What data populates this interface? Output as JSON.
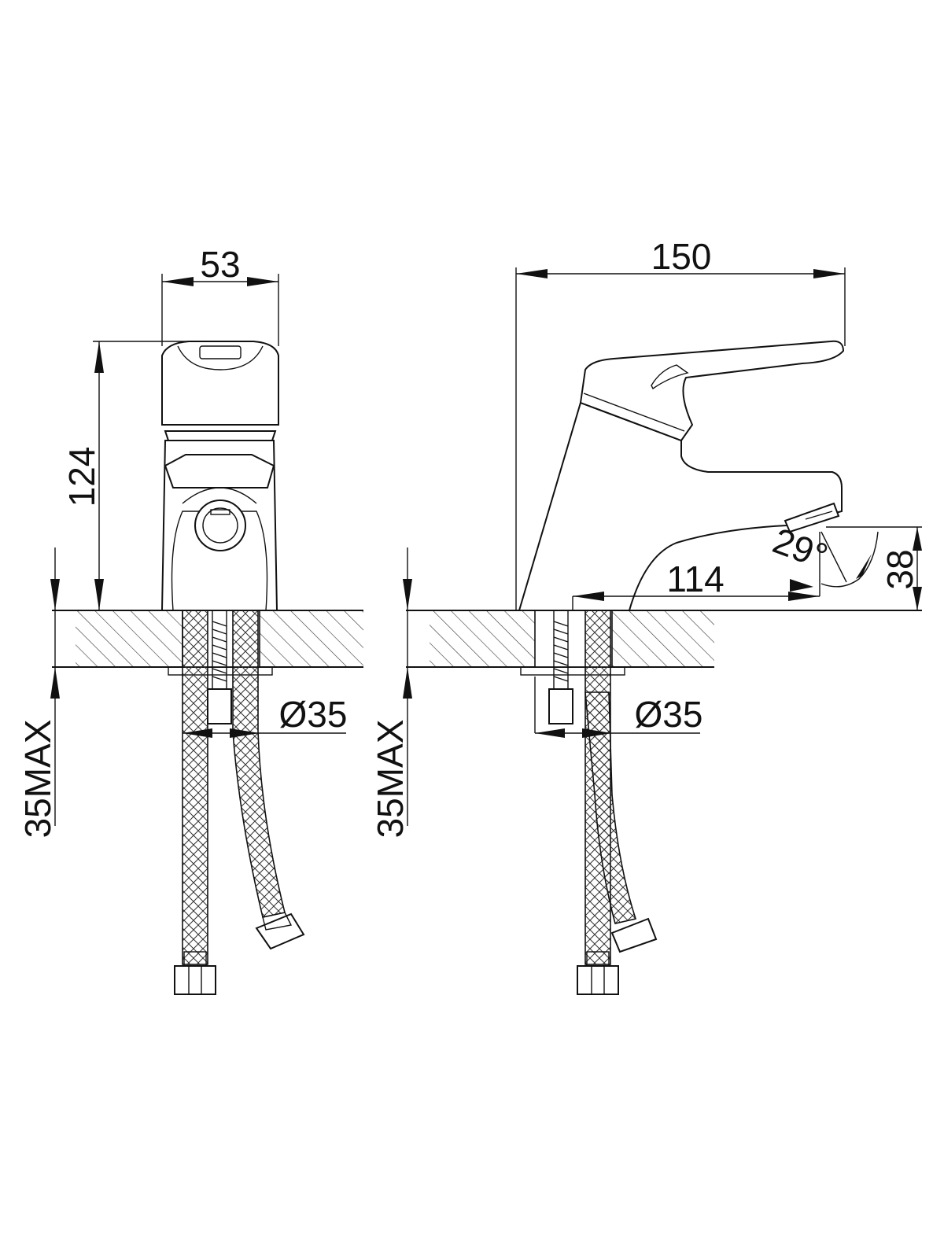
{
  "dimensions": {
    "front_width": "53",
    "front_height": "124",
    "front_deck_thickness": "35MAX",
    "front_hole_diameter": "Ø35",
    "side_overall_length": "150",
    "side_spout_reach": "114",
    "side_spout_angle": "29°",
    "side_spout_height": "38",
    "side_deck_thickness": "35MAX",
    "side_hole_diameter": "Ø35"
  },
  "colors": {
    "line": "#111111",
    "background": "#ffffff"
  }
}
